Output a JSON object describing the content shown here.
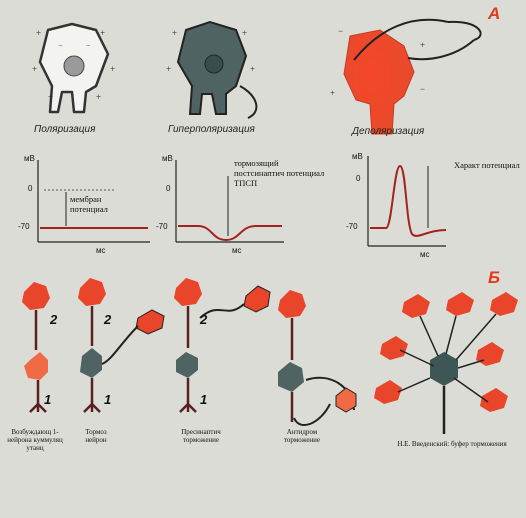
{
  "panels": {
    "a": "А",
    "b": "Б"
  },
  "states": {
    "polarization": "Поляризация",
    "hyperpolarization": "Гиперполяризация",
    "depolarization": "Деполяризация"
  },
  "graphs": {
    "unit_mv": "мВ",
    "unit_ms": "мс",
    "tick_zero": "0",
    "tick_minus70": "-70",
    "resting_label": "мембран потенциал",
    "ipsp_label": "тормозящий постсинаптич потенциал ТПСП",
    "ap_label": "Характ потенциал"
  },
  "neuron_numbers": {
    "one": "1",
    "two": "2"
  },
  "captions": {
    "c1": "Возбуждающ 1-нейрона куммуляц утанц",
    "c2": "Тормоз нейрон",
    "c3": "Пресинаптич торможение",
    "c4": "Антидром торможение",
    "c5": "Н.Е. Введенский: буфер торможения"
  },
  "colors": {
    "excited": "#e8452a",
    "inhibited": "#4f6363",
    "resting": "#f2f2ee",
    "trace": "#a3231c"
  }
}
